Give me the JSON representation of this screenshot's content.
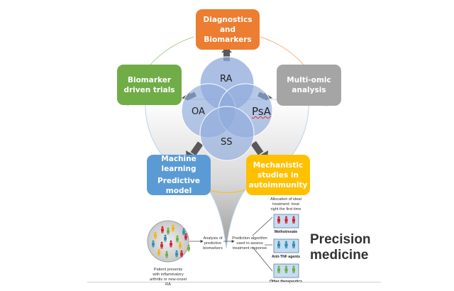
{
  "diagram": {
    "boxes": {
      "diagnostics": {
        "lines": [
          "Diagnostics and",
          "Biomarkers"
        ],
        "color": "#ED7D31"
      },
      "biomarker_trials": {
        "lines": [
          "Biomarker",
          "driven trials"
        ],
        "color": "#70AD47"
      },
      "multi_omic": {
        "lines": [
          "Multi-omic",
          "analysis"
        ],
        "color": "#A5A5A5"
      },
      "machine_learning": {
        "lines": [
          "Machine",
          "learning",
          "Predictive model"
        ],
        "color": "#5B9BD5"
      },
      "mechanistic": {
        "lines": [
          "Mechanistic",
          "studies in",
          "autoimmunity"
        ],
        "color": "#FFC000"
      }
    },
    "venn": {
      "circles": [
        "RA",
        "OA",
        "PsA",
        "SS"
      ],
      "fill": "#8FAADC"
    },
    "pipeline": {
      "patient_caption": [
        "Patient presents",
        "with inflammatory",
        "arthritis or new-onset RA"
      ],
      "analysis_label": [
        "Analysis of",
        "predictive",
        "biomarkers"
      ],
      "prediction_label": [
        "Prediction algorithm",
        "used to assess",
        "treatment response"
      ],
      "allocation_label": [
        "Allocation of ideal",
        "treatment: treat",
        "right the first time"
      ],
      "treatments": [
        {
          "name": "Methotrexate",
          "color": "#D0202E"
        },
        {
          "name": "Anti-TNF agents",
          "color": "#2A8FB0"
        },
        {
          "name": "Other therapeutics",
          "color": "#6AAE3E"
        }
      ],
      "patient_colors": [
        "#D0202E",
        "#F2B705",
        "#2A8FB0",
        "#6AAE3E"
      ]
    },
    "precision_medicine": [
      "Precision",
      "medicine"
    ]
  }
}
